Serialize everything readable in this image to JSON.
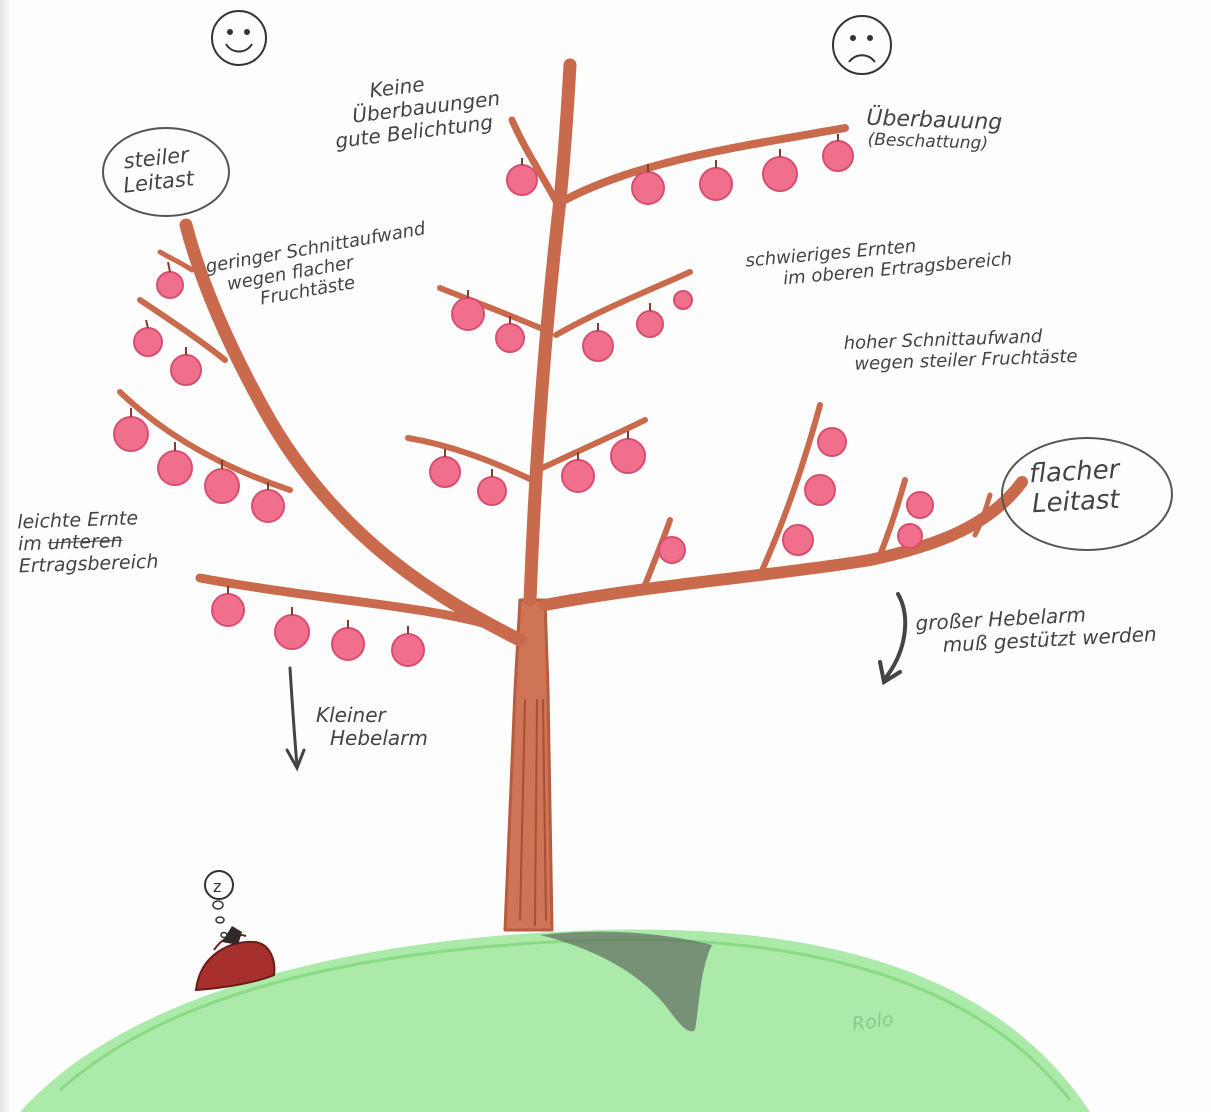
{
  "labels": {
    "steep_leader": [
      "steiler",
      "Leitast"
    ],
    "flat_leader": [
      "flacher",
      "Leitast"
    ],
    "upper_left": [
      "Keine",
      "Überbauungen",
      "gute Belichtung"
    ],
    "upper_right": [
      "Überbauung",
      "(Beschattung)"
    ],
    "low_pruning": [
      "geringer Schnittaufwand",
      "wegen flacher",
      "Fruchtäste"
    ],
    "hard_harvest": [
      "schwieriges Ernten",
      "im oberen Ertragsbereich"
    ],
    "high_pruning": [
      "hoher Schnittaufwand",
      "wegen steiler Fruchtäste"
    ],
    "easy_harvest": {
      "line1": "leichte Ernte",
      "line2_prefix": "im ",
      "line2_struck": "unteren",
      "line3": "Ertragsbereich"
    },
    "small_lever": [
      "Kleiner",
      "Hebelarm"
    ],
    "big_lever": [
      "großer Hebelarm",
      "muß gestützt werden"
    ],
    "signature": "Rolo"
  },
  "faces": {
    "left": "happy-face",
    "right": "sad-face"
  },
  "sleeper_bubble": "z",
  "colors": {
    "trunk": "#c96a4d",
    "trunk_dark": "#a94f36",
    "fruit": "#ef6f8d",
    "fruit_dark": "#d94e6f",
    "grass": "#8fe08a",
    "shadow": "#5f6b5f",
    "ink": "#444444",
    "paper": "#fdfdfd"
  }
}
